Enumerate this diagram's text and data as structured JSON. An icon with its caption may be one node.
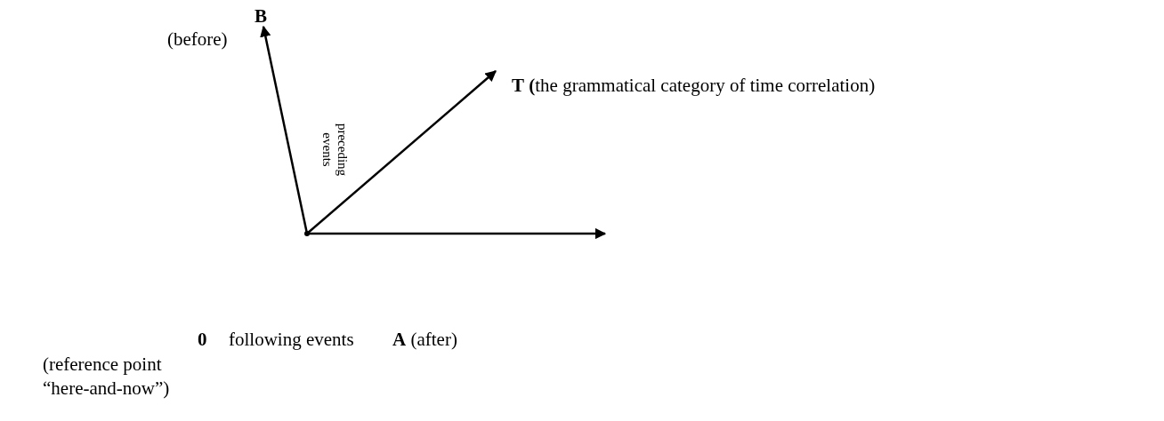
{
  "diagram": {
    "nodes": [
      {
        "text": [],
        "shape": "circle"
      },
      {
        "text": [
          "B"
        ]
      },
      {
        "text": [
          "**T** **(**the grammatical category of time correlation)"
        ]
      }
    ],
    "edges": [
      {
        "from": 0,
        "to": 1,
        "arrow": "to"
      },
      {
        "from": 0,
        "to": 2,
        "arrow": "to"
      },
      {
        "from": 0,
        "to": null,
        "arrow": "to"
      }
    ],
    "labels": [
      "(before)",
      "preceding events",
      "0",
      "following events",
      "**A** (after)",
      "(reference point “here-and-now”)"
    ]
  }
}
